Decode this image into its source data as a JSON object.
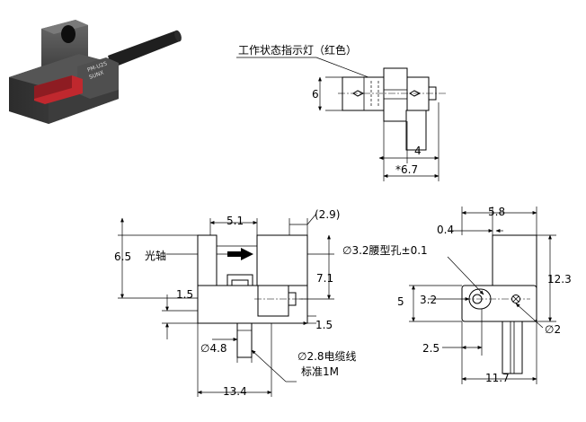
{
  "colors": {
    "line": "#000000",
    "photo_body": "#3a3a3a",
    "slot_red": "#c0282e",
    "arrow": "#000000"
  },
  "photo": {
    "brand_text": "SUNX",
    "model_text": "PM-U25"
  },
  "top_view": {
    "indicator_label": "工作状态指示灯（红色）",
    "dim_height": "6",
    "dim_width_small": "4",
    "dim_width_total": "*6.7"
  },
  "front_view": {
    "dim_slot_width": "5.1",
    "dim_right_offset": "(2.9)",
    "dim_height": "6.5",
    "axis_label": "光轴",
    "dim_axis_height": "7.1",
    "dim_step_left": "1.5",
    "dim_step_right": "1.5",
    "dim_diameter": "∅4.8",
    "cable_label_line1": "∅2.8电缆线",
    "cable_label_line2": "标准1M",
    "dim_total_width": "13.4"
  },
  "side_view": {
    "dim_top_right": "5.8",
    "dim_top_left": "0.4",
    "hole_label": "∅3.2腰型孔±0.1",
    "dim_height_total": "12.3",
    "dim_hole_y": "5",
    "dim_hole_x": "3.2",
    "dim_small_hole": "∅2",
    "dim_bottom_offset": "2.5",
    "dim_total_width": "11.7"
  }
}
